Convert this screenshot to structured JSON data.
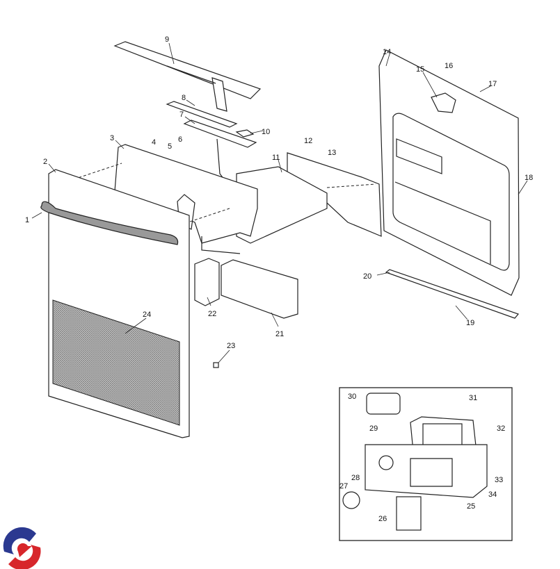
{
  "diagram": {
    "labels": [
      "1",
      "2",
      "3",
      "4",
      "5",
      "6",
      "7",
      "8",
      "9",
      "10",
      "11",
      "12",
      "13",
      "14",
      "15",
      "16",
      "17",
      "18",
      "19",
      "20",
      "21",
      "22",
      "23",
      "24",
      "25",
      "26",
      "27",
      "28",
      "29",
      "30",
      "31",
      "32",
      "33",
      "34"
    ]
  },
  "colors": {
    "logo_blue": "#2b3990",
    "logo_red": "#d7262b",
    "mesh": "#9a9a9a"
  }
}
